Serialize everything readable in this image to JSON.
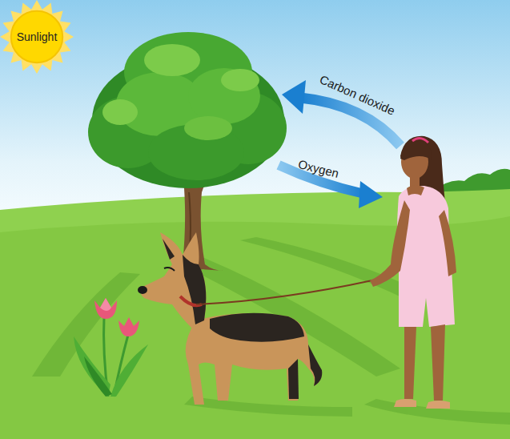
{
  "diagram": {
    "nodes": [
      {
        "text": [
          "Sunlight"
        ]
      }
    ],
    "labels": [
      "Carbon dioxide",
      "Oxygen"
    ]
  }
}
